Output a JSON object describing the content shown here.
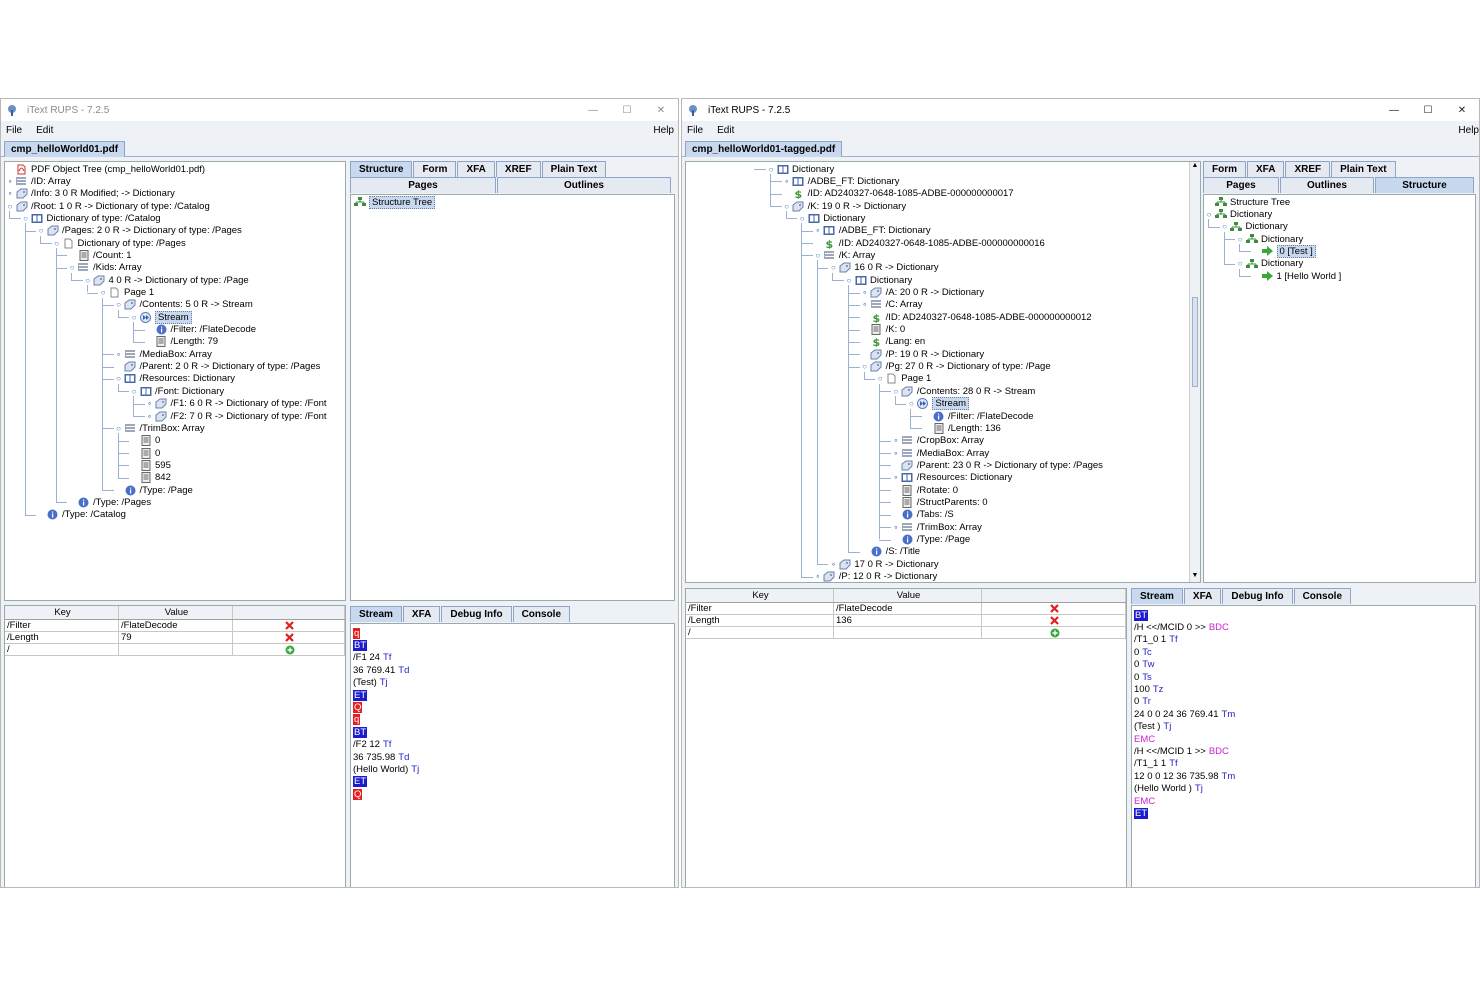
{
  "left": {
    "window_title": "iText RUPS - 7.2.5",
    "menu": [
      "File",
      "Edit"
    ],
    "help": "Help",
    "doc_tab": "cmp_helloWorld01.pdf",
    "tree": [
      {
        "l": "PDF Object Tree (cmp_helloWorld01.pdf)",
        "icon": "pdf-icon",
        "d": 0,
        "t": ""
      },
      {
        "l": "/ID: Array",
        "icon": "array-icon",
        "d": 0,
        "t": "c"
      },
      {
        "l": "/Info: 3 0 R Modified; -> Dictionary",
        "icon": "reference-icon",
        "d": 0,
        "t": "c"
      },
      {
        "l": "/Root: 1 0 R -> Dictionary of type: /Catalog",
        "icon": "reference-icon",
        "d": 0,
        "t": "o"
      },
      {
        "l": "Dictionary of type: /Catalog",
        "icon": "dictionary-icon",
        "d": 1,
        "t": "o"
      },
      {
        "l": "/Pages: 2 0 R -> Dictionary of type: /Pages",
        "icon": "reference-icon",
        "d": 2,
        "t": "o"
      },
      {
        "l": "Dictionary of type: /Pages",
        "icon": "pages-icon",
        "d": 3,
        "t": "o"
      },
      {
        "l": "/Count: 1",
        "icon": "number-icon",
        "d": 4,
        "t": ""
      },
      {
        "l": "/Kids: Array",
        "icon": "array-icon",
        "d": 4,
        "t": "o"
      },
      {
        "l": "4 0 R -> Dictionary of type: /Page",
        "icon": "reference-icon",
        "d": 5,
        "t": "o"
      },
      {
        "l": "Page 1",
        "icon": "page-icon",
        "d": 6,
        "t": "o"
      },
      {
        "l": "/Contents: 5 0 R -> Stream",
        "icon": "reference-icon",
        "d": 7,
        "t": "o"
      },
      {
        "l": "Stream",
        "icon": "stream-icon",
        "d": 8,
        "t": "o",
        "sel": true
      },
      {
        "l": "/Filter: /FlateDecode",
        "icon": "name-icon",
        "d": 9,
        "t": ""
      },
      {
        "l": "/Length: 79",
        "icon": "number-icon",
        "d": 9,
        "t": ""
      },
      {
        "l": "/MediaBox: Array",
        "icon": "array-icon",
        "d": 7,
        "t": "c"
      },
      {
        "l": "/Parent: 2 0 R -> Dictionary of type: /Pages",
        "icon": "reference-icon",
        "d": 7,
        "t": ""
      },
      {
        "l": "/Resources: Dictionary",
        "icon": "dictionary-icon",
        "d": 7,
        "t": "o"
      },
      {
        "l": "/Font: Dictionary",
        "icon": "dictionary-icon",
        "d": 8,
        "t": "o"
      },
      {
        "l": "/F1: 6 0 R -> Dictionary of type: /Font",
        "icon": "reference-icon",
        "d": 9,
        "t": "c"
      },
      {
        "l": "/F2: 7 0 R -> Dictionary of type: /Font",
        "icon": "reference-icon",
        "d": 9,
        "t": "c"
      },
      {
        "l": "/TrimBox: Array",
        "icon": "array-icon",
        "d": 7,
        "t": "o"
      },
      {
        "l": "0",
        "icon": "number-icon",
        "d": 8,
        "t": ""
      },
      {
        "l": "0",
        "icon": "number-icon",
        "d": 8,
        "t": ""
      },
      {
        "l": "595",
        "icon": "number-icon",
        "d": 8,
        "t": ""
      },
      {
        "l": "842",
        "icon": "number-icon",
        "d": 8,
        "t": ""
      },
      {
        "l": "/Type: /Page",
        "icon": "name-icon",
        "d": 7,
        "t": ""
      },
      {
        "l": "/Type: /Pages",
        "icon": "name-icon",
        "d": 4,
        "t": ""
      },
      {
        "l": "/Type: /Catalog",
        "icon": "name-icon",
        "d": 2,
        "t": ""
      }
    ],
    "right_tabs": [
      "Structure",
      "Form",
      "XFA",
      "XREF",
      "Plain Text"
    ],
    "sub_tabs": [
      "Pages",
      "Outlines"
    ],
    "structure_item": "Structure Tree",
    "kv_headers": [
      "Key",
      "Value"
    ],
    "kv_rows": [
      {
        "k": "/Filter",
        "v": "/FlateDecode",
        "a": "delete"
      },
      {
        "k": "/Length",
        "v": "79",
        "a": "delete"
      },
      {
        "k": "/",
        "v": "",
        "a": "add"
      }
    ],
    "bottom_tabs": [
      "Stream",
      "XFA",
      "Debug Info",
      "Console"
    ],
    "stream": [
      {
        "p": [
          {
            "t": "q",
            "c": "br"
          }
        ]
      },
      {
        "p": [
          {
            "t": "BT",
            "c": "bb"
          }
        ]
      },
      {
        "p": [
          {
            "t": "/F1 24",
            "c": ""
          },
          {
            "t": "Tf",
            "c": "op"
          }
        ]
      },
      {
        "p": [
          {
            "t": "36 769.41",
            "c": ""
          },
          {
            "t": "Td",
            "c": "op"
          }
        ]
      },
      {
        "p": [
          {
            "t": "(Test)",
            "c": ""
          },
          {
            "t": "Tj",
            "c": "op"
          }
        ]
      },
      {
        "p": [
          {
            "t": "ET",
            "c": "bb"
          }
        ]
      },
      {
        "p": [
          {
            "t": "Q",
            "c": "br"
          }
        ]
      },
      {
        "p": [
          {
            "t": "q",
            "c": "br"
          }
        ]
      },
      {
        "p": [
          {
            "t": "BT",
            "c": "bb"
          }
        ]
      },
      {
        "p": [
          {
            "t": "/F2 12",
            "c": ""
          },
          {
            "t": "Tf",
            "c": "op"
          }
        ]
      },
      {
        "p": [
          {
            "t": "36 735.98",
            "c": ""
          },
          {
            "t": "Td",
            "c": "op"
          }
        ]
      },
      {
        "p": [
          {
            "t": "(Hello World)",
            "c": ""
          },
          {
            "t": "Tj",
            "c": "op"
          }
        ]
      },
      {
        "p": [
          {
            "t": "ET",
            "c": "bb"
          }
        ]
      },
      {
        "p": [
          {
            "t": "Q",
            "c": "br"
          }
        ]
      }
    ]
  },
  "right": {
    "window_title": "iText RUPS - 7.2.5",
    "menu": [
      "File",
      "Edit"
    ],
    "help": "Help",
    "doc_tab": "cmp_helloWorld01-tagged.pdf",
    "tree": [
      {
        "l": "Dictionary",
        "icon": "dictionary-icon",
        "d": 5,
        "t": "o"
      },
      {
        "l": "/ADBE_FT: Dictionary",
        "icon": "dictionary-icon",
        "d": 6,
        "t": "c"
      },
      {
        "l": "/ID: AD240327-0648-1085-ADBE-000000000017",
        "icon": "string-icon",
        "d": 6,
        "t": ""
      },
      {
        "l": "/K: 19 0 R -> Dictionary",
        "icon": "reference-icon",
        "d": 6,
        "t": "o"
      },
      {
        "l": "Dictionary",
        "icon": "dictionary-icon",
        "d": 7,
        "t": "o"
      },
      {
        "l": "/ADBE_FT: Dictionary",
        "icon": "dictionary-icon",
        "d": 8,
        "t": "c"
      },
      {
        "l": "/ID: AD240327-0648-1085-ADBE-000000000016",
        "icon": "string-icon",
        "d": 8,
        "t": ""
      },
      {
        "l": "/K: Array",
        "icon": "array-icon",
        "d": 8,
        "t": "o"
      },
      {
        "l": "16 0 R -> Dictionary",
        "icon": "reference-icon",
        "d": 9,
        "t": "o"
      },
      {
        "l": "Dictionary",
        "icon": "dictionary-icon",
        "d": 10,
        "t": "o"
      },
      {
        "l": "/A: 20 0 R -> Dictionary",
        "icon": "reference-icon",
        "d": 11,
        "t": "c"
      },
      {
        "l": "/C: Array",
        "icon": "array-icon",
        "d": 11,
        "t": "c"
      },
      {
        "l": "/ID: AD240327-0648-1085-ADBE-000000000012",
        "icon": "string-icon",
        "d": 11,
        "t": ""
      },
      {
        "l": "/K: 0",
        "icon": "number-icon",
        "d": 11,
        "t": ""
      },
      {
        "l": "/Lang: en",
        "icon": "string-icon",
        "d": 11,
        "t": ""
      },
      {
        "l": "/P: 19 0 R -> Dictionary",
        "icon": "reference-icon",
        "d": 11,
        "t": ""
      },
      {
        "l": "/Pg: 27 0 R -> Dictionary of type: /Page",
        "icon": "reference-icon",
        "d": 11,
        "t": "o"
      },
      {
        "l": "Page 1",
        "icon": "page-icon",
        "d": 12,
        "t": "o"
      },
      {
        "l": "/Contents: 28 0 R -> Stream",
        "icon": "reference-icon",
        "d": 13,
        "t": "o"
      },
      {
        "l": "Stream",
        "icon": "stream-icon",
        "d": 14,
        "t": "o",
        "sel": true
      },
      {
        "l": "/Filter: /FlateDecode",
        "icon": "name-icon",
        "d": 15,
        "t": ""
      },
      {
        "l": "/Length: 136",
        "icon": "number-icon",
        "d": 15,
        "t": ""
      },
      {
        "l": "/CropBox: Array",
        "icon": "array-icon",
        "d": 13,
        "t": "c"
      },
      {
        "l": "/MediaBox: Array",
        "icon": "array-icon",
        "d": 13,
        "t": "c"
      },
      {
        "l": "/Parent: 23 0 R -> Dictionary of type: /Pages",
        "icon": "reference-icon",
        "d": 13,
        "t": ""
      },
      {
        "l": "/Resources: Dictionary",
        "icon": "dictionary-icon",
        "d": 13,
        "t": "c"
      },
      {
        "l": "/Rotate: 0",
        "icon": "number-icon",
        "d": 13,
        "t": ""
      },
      {
        "l": "/StructParents: 0",
        "icon": "number-icon",
        "d": 13,
        "t": ""
      },
      {
        "l": "/Tabs: /S",
        "icon": "name-icon",
        "d": 13,
        "t": ""
      },
      {
        "l": "/TrimBox: Array",
        "icon": "array-icon",
        "d": 13,
        "t": "c"
      },
      {
        "l": "/Type: /Page",
        "icon": "name-icon",
        "d": 13,
        "t": ""
      },
      {
        "l": "/S: /Title",
        "icon": "name-icon",
        "d": 11,
        "t": ""
      },
      {
        "l": "17 0 R -> Dictionary",
        "icon": "reference-icon",
        "d": 9,
        "t": "c"
      },
      {
        "l": "/P: 12 0 R -> Dictionary",
        "icon": "reference-icon",
        "d": 8,
        "t": "c"
      }
    ],
    "right_tabs": [
      "Form",
      "XFA",
      "XREF",
      "Plain Text"
    ],
    "sub_tabs": [
      "Pages",
      "Outlines",
      "Structure"
    ],
    "structure_tree": [
      {
        "l": "Structure Tree",
        "icon": "structure-icon",
        "d": 0,
        "t": ""
      },
      {
        "l": "Dictionary",
        "icon": "structure-icon",
        "d": 0,
        "t": "o"
      },
      {
        "l": "Dictionary",
        "icon": "structure-icon",
        "d": 1,
        "t": "o"
      },
      {
        "l": "Dictionary",
        "icon": "structure-icon",
        "d": 2,
        "t": "o"
      },
      {
        "l": "0 [Test ]",
        "icon": "arrow-icon",
        "d": 3,
        "t": "",
        "sel": true
      },
      {
        "l": "Dictionary",
        "icon": "structure-icon",
        "d": 2,
        "t": "o"
      },
      {
        "l": "1 [Hello World ]",
        "icon": "arrow-icon",
        "d": 3,
        "t": ""
      }
    ],
    "kv_headers": [
      "Key",
      "Value"
    ],
    "kv_rows": [
      {
        "k": "/Filter",
        "v": "/FlateDecode",
        "a": "delete"
      },
      {
        "k": "/Length",
        "v": "136",
        "a": "delete"
      },
      {
        "k": "/",
        "v": "",
        "a": "add"
      }
    ],
    "bottom_tabs": [
      "Stream",
      "XFA",
      "Debug Info",
      "Console"
    ],
    "stream": [
      {
        "p": [
          {
            "t": "BT",
            "c": "bb"
          }
        ]
      },
      {
        "p": [
          {
            "t": "/H <</MCID 0 >>",
            "c": ""
          },
          {
            "t": "BDC",
            "c": "mc"
          }
        ]
      },
      {
        "p": [
          {
            "t": "/T1_0 1",
            "c": ""
          },
          {
            "t": "Tf",
            "c": "op"
          }
        ]
      },
      {
        "p": [
          {
            "t": "0",
            "c": ""
          },
          {
            "t": "Tc",
            "c": "op"
          }
        ]
      },
      {
        "p": [
          {
            "t": "0",
            "c": ""
          },
          {
            "t": "Tw",
            "c": "op"
          }
        ]
      },
      {
        "p": [
          {
            "t": "0",
            "c": ""
          },
          {
            "t": "Ts",
            "c": "op"
          }
        ]
      },
      {
        "p": [
          {
            "t": "100",
            "c": ""
          },
          {
            "t": "Tz",
            "c": "op"
          }
        ]
      },
      {
        "p": [
          {
            "t": "0",
            "c": ""
          },
          {
            "t": "Tr",
            "c": "op"
          }
        ]
      },
      {
        "p": [
          {
            "t": "24 0 0 24 36 769.41",
            "c": ""
          },
          {
            "t": "Tm",
            "c": "op"
          }
        ]
      },
      {
        "p": [
          {
            "t": "(Test )",
            "c": ""
          },
          {
            "t": "Tj",
            "c": "op"
          }
        ]
      },
      {
        "p": [
          {
            "t": "EMC",
            "c": "mc"
          }
        ]
      },
      {
        "p": [
          {
            "t": "/H <</MCID 1 >>",
            "c": ""
          },
          {
            "t": "BDC",
            "c": "mc"
          }
        ]
      },
      {
        "p": [
          {
            "t": "/T1_1 1",
            "c": ""
          },
          {
            "t": "Tf",
            "c": "op"
          }
        ]
      },
      {
        "p": [
          {
            "t": "12 0 0 12 36 735.98",
            "c": ""
          },
          {
            "t": "Tm",
            "c": "op"
          }
        ]
      },
      {
        "p": [
          {
            "t": "(Hello World )",
            "c": ""
          },
          {
            "t": "Tj",
            "c": "op"
          }
        ]
      },
      {
        "p": [
          {
            "t": "EMC",
            "c": "mc"
          }
        ]
      },
      {
        "p": [
          {
            "t": "ET",
            "c": "bb"
          }
        ]
      }
    ]
  },
  "colors": {
    "accent": "#c8d9ef",
    "operator": "#2424c8",
    "marked_content": "#cc22cc",
    "op_blue_bg": "#1c1ccc",
    "op_red_bg": "#e62020"
  }
}
